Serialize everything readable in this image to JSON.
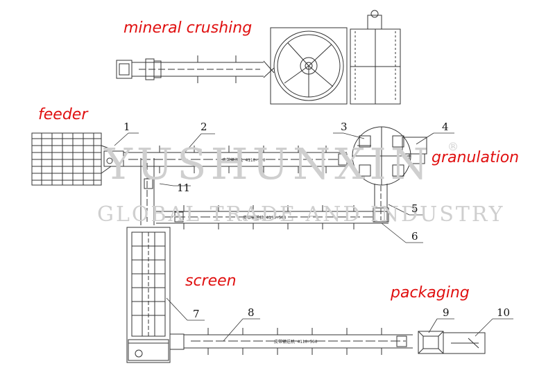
{
  "labels": {
    "mineral_crushing": "mineral crushing",
    "feeder": "feeder",
    "granulation": "granulation",
    "screen": "screen",
    "packaging": "packaging"
  },
  "callouts": [
    "1",
    "2",
    "3",
    "4",
    "5",
    "6",
    "7",
    "8",
    "9",
    "10",
    "11"
  ],
  "conveyor_text": "皮带输送机 4110-500",
  "watermark": {
    "brand": "YUSHUNXIN",
    "tagline": "GLOBAL TRADE AND INDUSTRY",
    "registered": "®"
  },
  "colors": {
    "label_red": "#e01010",
    "line": "#333333",
    "watermark": "#cfcfcf"
  }
}
